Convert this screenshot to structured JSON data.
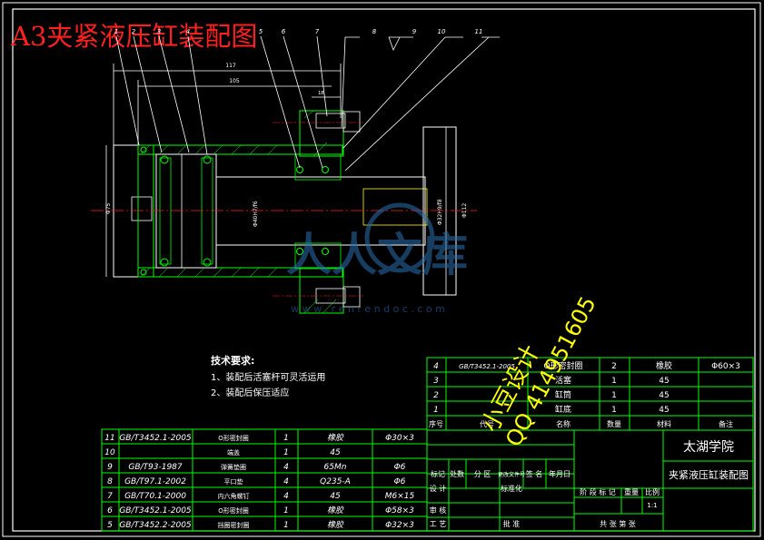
{
  "drawing_title": "A3夹紧液压缸装配图",
  "callouts": [
    "1",
    "2",
    "3",
    "4",
    "5",
    "6",
    "7",
    "8",
    "9",
    "10",
    "11"
  ],
  "dimensions": {
    "d117": "117",
    "d105": "105",
    "d18": "18",
    "phi75": "Φ75",
    "phi40h7f6": "Φ40H7/f6",
    "phi32h9f8": "Φ32H9/f8",
    "phi112": "Φ112"
  },
  "watermark": {
    "cn": "人人文库",
    "url": "w w w . r e n r e n d o c . c o m"
  },
  "yellow_overlay": {
    "line1": "小豆设计",
    "line2": "QQ 414951605"
  },
  "tech_requirements": {
    "title": "技术要求:",
    "items": [
      "1、装配后活塞杆可灵活运用",
      "2、装配后保压适应"
    ]
  },
  "bom_right": {
    "rows": [
      {
        "no": "4",
        "std": "GB/T3452.1-2005",
        "name": "O形密封圈",
        "qty": "2",
        "mat": "橡胶",
        "note": "Φ60×3"
      },
      {
        "no": "3",
        "std": "",
        "name": "活塞",
        "qty": "1",
        "mat": "45",
        "note": ""
      },
      {
        "no": "2",
        "std": "",
        "name": "缸筒",
        "qty": "1",
        "mat": "45",
        "note": ""
      },
      {
        "no": "1",
        "std": "",
        "name": "缸底",
        "qty": "1",
        "mat": "45",
        "note": ""
      }
    ],
    "header": {
      "no": "序号",
      "std": "代号",
      "name": "名称",
      "qty": "数量",
      "mat": "材料",
      "note": "备注"
    }
  },
  "bom_left": {
    "rows": [
      {
        "no": "11",
        "std": "GB/T3452.1-2005",
        "name": "O形密封圈",
        "qty": "1",
        "mat": "橡胶",
        "note": "Φ30×3"
      },
      {
        "no": "10",
        "std": "",
        "name": "端盖",
        "qty": "1",
        "mat": "45",
        "note": ""
      },
      {
        "no": "9",
        "std": "GB/T93-1987",
        "name": "弹簧垫圈",
        "qty": "4",
        "mat": "65Mn",
        "note": "Φ6"
      },
      {
        "no": "8",
        "std": "GB/T97.1-2002",
        "name": "平口垫",
        "qty": "4",
        "mat": "Q235-A",
        "note": "Φ6"
      },
      {
        "no": "7",
        "std": "GB/T70.1-2000",
        "name": "内六角螺钉",
        "qty": "4",
        "mat": "45",
        "note": "M6×15"
      },
      {
        "no": "6",
        "std": "GB/T3452.1-2005",
        "name": "O形密封圈",
        "qty": "1",
        "mat": "橡胶",
        "note": "Φ58×3"
      },
      {
        "no": "5",
        "std": "GB/T3452.2-2005",
        "name": "挡圈密封圈",
        "qty": "1",
        "mat": "橡胶",
        "note": "Φ32×3"
      }
    ]
  },
  "title_block": {
    "school": "太湖学院",
    "drawing_name": "夹紧液压缸装配图",
    "rev_headers": [
      "标记",
      "处数",
      "分 区",
      "更改文件号",
      "签 名",
      "年月日"
    ],
    "design": "设 计",
    "standardize": "标准化",
    "stage_headers": [
      "阶 段 标 记",
      "重量",
      "比例"
    ],
    "scale": "1:1",
    "review": "审 核",
    "process": "工 艺",
    "approve": "批 准",
    "sheets": "共  张      第  张"
  }
}
